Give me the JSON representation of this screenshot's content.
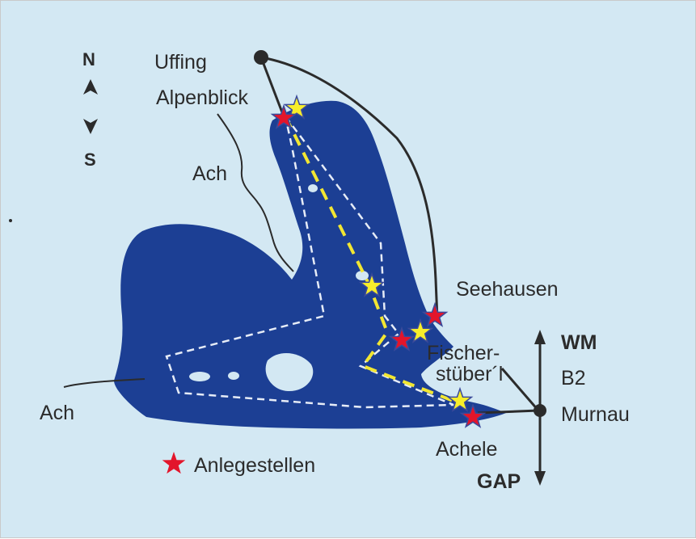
{
  "map": {
    "compass": {
      "north": "N",
      "south": "S"
    },
    "places": {
      "uffing": "Uffing",
      "alpenblick": "Alpenblick",
      "ach_north": "Ach",
      "ach_west": "Ach",
      "seehausen": "Seehausen",
      "fischer_line1": "Fischer-",
      "fischer_line2": "stüber´l",
      "achele": "Achele",
      "murnau": "Murnau"
    },
    "roads": {
      "wm": "WM",
      "b2": "B2",
      "gap": "GAP"
    },
    "legend": {
      "label": "Anlegestellen",
      "symbol": "red-star"
    },
    "colors": {
      "background": "#d3e8f3",
      "lake": "#1c3f94",
      "road": "#2b2b2b",
      "route_primary": "#f2e632",
      "route_secondary": "#e6ecf7",
      "landing_star": "#e3152b",
      "route_star": "#f7ee2a"
    }
  }
}
